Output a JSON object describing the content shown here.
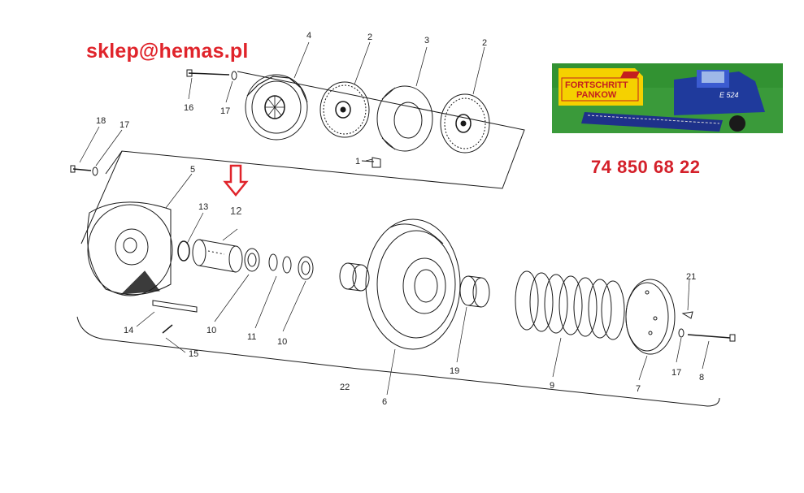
{
  "contact": {
    "email": "sklep@hemas.pl",
    "phone": "74 850 68 22"
  },
  "brand_logo": {
    "line1": "FORTSCHRITT",
    "line2": "PANKOW",
    "machine_text": "E 524"
  },
  "highlight": {
    "part_number": "12",
    "arrow_color": "#e0242b"
  },
  "callouts": {
    "c4": "4",
    "c2a": "2",
    "c3": "3",
    "c2b": "2",
    "c16": "16",
    "c17a": "17",
    "c18": "18",
    "c17b": "17",
    "c1": "1",
    "c5": "5",
    "c13": "13",
    "c14": "14",
    "c15": "15",
    "c10a": "10",
    "c11": "11",
    "c10b": "10",
    "c22": "22",
    "c6": "6",
    "c19": "19",
    "c9": "9",
    "c7": "7",
    "c21": "21",
    "c17c": "17",
    "c8": "8"
  },
  "colors": {
    "text_red": "#e0242b",
    "line": "#1a1a1a",
    "photo_sky": "#2f8f2f",
    "photo_machine": "#1f3a9c"
  }
}
